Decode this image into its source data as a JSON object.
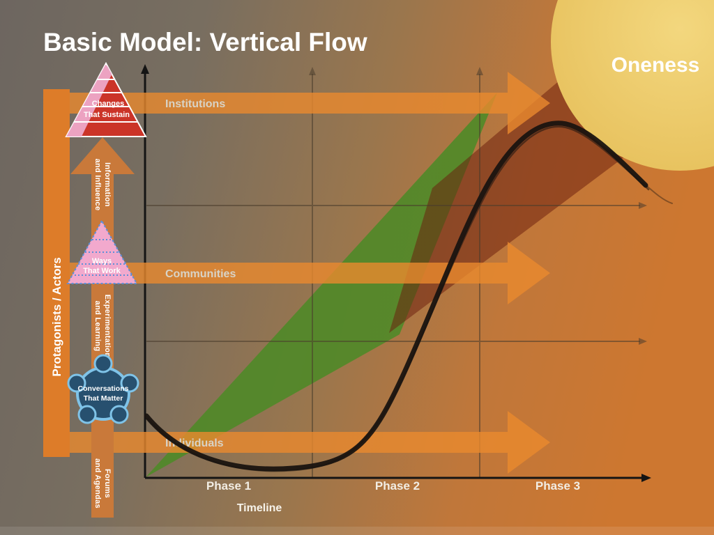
{
  "slide": {
    "title": "Basic Model: Vertical Flow",
    "oneness_label": "Oneness"
  },
  "axes": {
    "y_label": "Protagonists / Actors",
    "x_label": "Timeline",
    "phases": [
      {
        "label": "Phase 1"
      },
      {
        "label": "Phase 2"
      },
      {
        "label": "Phase 3"
      }
    ]
  },
  "rows": [
    {
      "label": "Institutions"
    },
    {
      "label": "Communities"
    },
    {
      "label": "Individuals"
    }
  ],
  "flow_steps": [
    {
      "line1": "Information",
      "line2": "and Influence"
    },
    {
      "line1": "Experimentation",
      "line2": "and Learning"
    },
    {
      "line1": "Forums",
      "line2": "and Agendas"
    }
  ],
  "milestones": [
    {
      "line1": "Changes",
      "line2": "That Sustain"
    },
    {
      "line1": "Ways",
      "line2": "That Work"
    },
    {
      "line1": "Conversations",
      "line2": "That Matter"
    }
  ],
  "colors": {
    "arrow_orange": "#ea8a2e",
    "bar_orange": "#dd7c29",
    "flow_bar_orange": "#c9793a",
    "green_wedge": "#4f8a28",
    "beam_maroon": "#6b1d0e",
    "sun_yellow": "#ecc863",
    "pyramid_red": "#cb3428",
    "pyramid_pink": "#eda9c9",
    "ways_pink": "#f2a9cd",
    "ways_blue": "#5d8fd8",
    "conv_dark_blue": "#27506f",
    "conv_light_blue": "#7fc3e8"
  }
}
